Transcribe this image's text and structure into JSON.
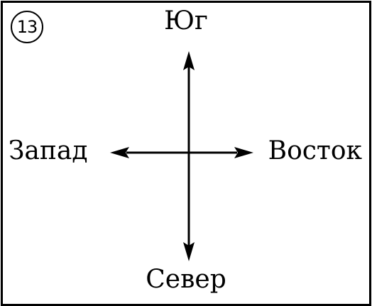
{
  "badge": {
    "number": "13"
  },
  "directions": {
    "south": "Юг",
    "north": "Север",
    "west": "Запад",
    "east": "Восток"
  },
  "colors": {
    "ink": "#000000",
    "background": "#ffffff"
  }
}
